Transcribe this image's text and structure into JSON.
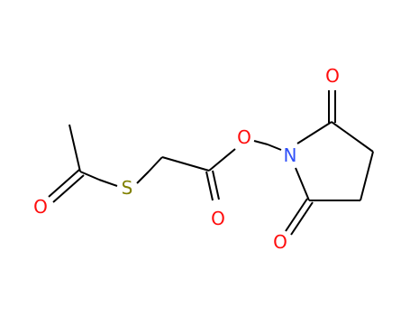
{
  "colors": {
    "bond": "#000000",
    "oxygen": "#ff0d0d",
    "sulfur": "#808000",
    "nitrogen": "#3050f8",
    "carbon": "#000000"
  },
  "atoms": {
    "o_thioester": {
      "element": "O",
      "label": "O"
    },
    "s": {
      "element": "S",
      "label": "S"
    },
    "o_ester_carbonyl": {
      "element": "O",
      "label": "O"
    },
    "o_ester": {
      "element": "O",
      "label": "O"
    },
    "n": {
      "element": "N",
      "label": "N"
    },
    "o_imide_top": {
      "element": "O",
      "label": "O"
    },
    "o_imide_bottom": {
      "element": "O",
      "label": "O"
    }
  }
}
